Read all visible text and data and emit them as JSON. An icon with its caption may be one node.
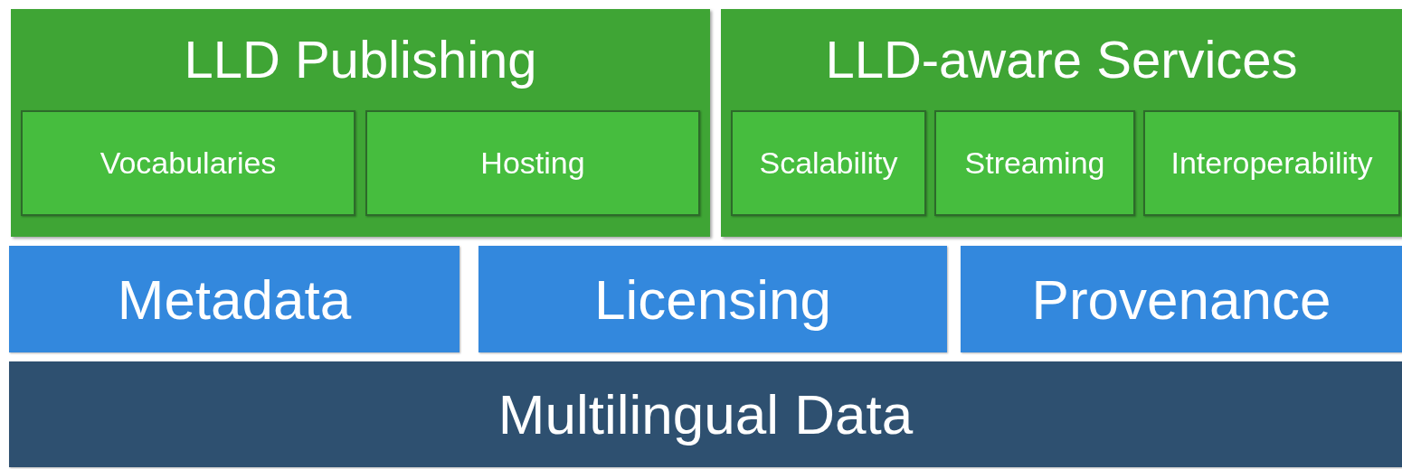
{
  "diagram": {
    "nodes": [
      {
        "text": [
          "LLD Publishing"
        ]
      },
      {
        "text": [
          "Vocabularies"
        ],
        "in": 0
      },
      {
        "text": [
          "Hosting"
        ],
        "in": 0
      },
      {
        "text": [
          "LLD-aware Services"
        ]
      },
      {
        "text": [
          "Scalability"
        ],
        "in": 3
      },
      {
        "text": [
          "Streaming"
        ],
        "in": 3
      },
      {
        "text": [
          "Interoperability"
        ],
        "in": 3
      },
      {
        "text": [
          "Metadata"
        ]
      },
      {
        "text": [
          "Licensing"
        ]
      },
      {
        "text": [
          "Provenance"
        ]
      },
      {
        "text": [
          "Multilingual Data"
        ]
      }
    ]
  }
}
